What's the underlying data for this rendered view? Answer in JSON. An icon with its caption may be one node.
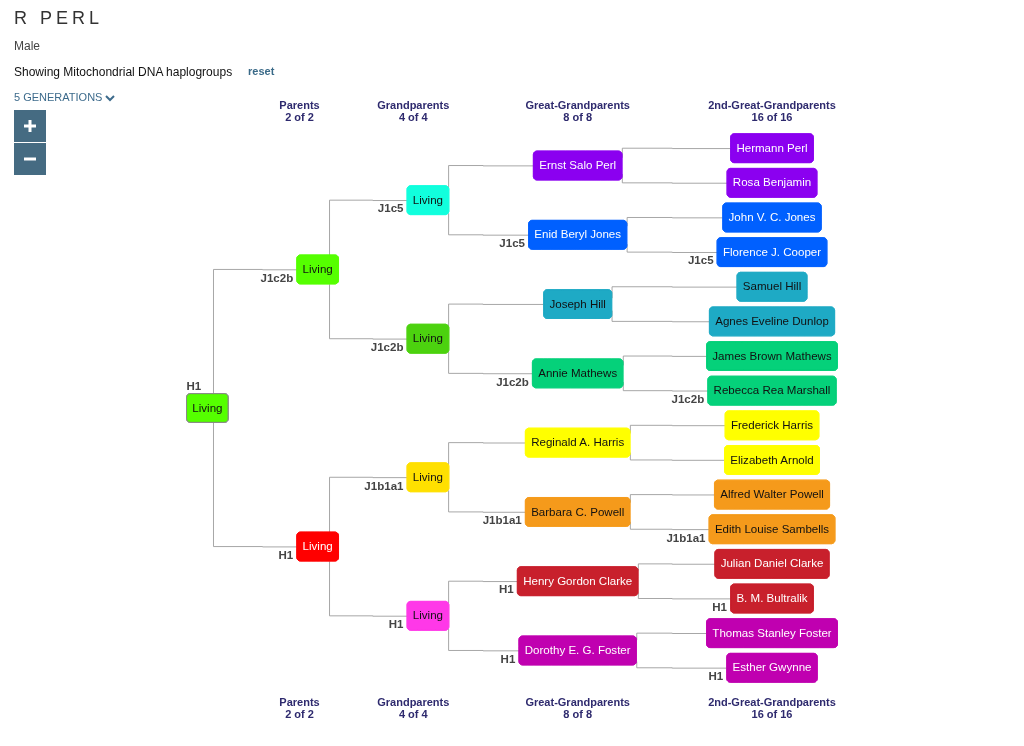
{
  "diagram": {
    "title": "R PERL",
    "nodes": [
      {
        "text": [
          "Living"
        ],
        "beside": [
          "H1"
        ]
      },
      {
        "text": [
          "Living"
        ],
        "beside": [
          "J1c2b"
        ]
      },
      {
        "text": [
          "Living"
        ],
        "beside": [
          "H1"
        ]
      },
      {
        "text": [
          "Living"
        ],
        "beside": [
          "J1c5"
        ]
      },
      {
        "text": [
          "Living"
        ],
        "beside": [
          "J1c2b"
        ]
      },
      {
        "text": [
          "Living"
        ],
        "beside": [
          "J1b1a1"
        ]
      },
      {
        "text": [
          "Living"
        ],
        "beside": [
          "H1"
        ]
      },
      {
        "text": [
          "Ernst Salo Perl"
        ]
      },
      {
        "text": [
          "Enid Beryl Jones"
        ],
        "beside": [
          "J1c5"
        ]
      },
      {
        "text": [
          "Joseph Hill"
        ]
      },
      {
        "text": [
          "Annie Mathews"
        ],
        "beside": [
          "J1c2b"
        ]
      },
      {
        "text": [
          "Reginald A. Harris"
        ]
      },
      {
        "text": [
          "Barbara C. Powell"
        ],
        "beside": [
          "J1b1a1"
        ]
      },
      {
        "text": [
          "Henry Gordon Clarke"
        ],
        "beside": [
          "H1"
        ]
      },
      {
        "text": [
          "Dorothy E. G. Foster"
        ],
        "beside": [
          "H1"
        ]
      },
      {
        "text": [
          "Hermann Perl"
        ]
      },
      {
        "text": [
          "Rosa Benjamin"
        ]
      },
      {
        "text": [
          "John V. C. Jones"
        ]
      },
      {
        "text": [
          "Florence J. Cooper"
        ],
        "beside": [
          "J1c5"
        ]
      },
      {
        "text": [
          "Samuel Hill"
        ]
      },
      {
        "text": [
          "Agnes Eveline Dunlop"
        ]
      },
      {
        "text": [
          "James Brown Mathews"
        ]
      },
      {
        "text": [
          "Rebecca Rea Marshall"
        ],
        "beside": [
          "J1c2b"
        ]
      },
      {
        "text": [
          "Frederick Harris"
        ]
      },
      {
        "text": [
          "Elizabeth Arnold"
        ]
      },
      {
        "text": [
          "Alfred Walter Powell"
        ]
      },
      {
        "text": [
          "Edith Louise Sambells"
        ],
        "beside": [
          "J1b1a1"
        ]
      },
      {
        "text": [
          "Julian Daniel Clarke"
        ]
      },
      {
        "text": [
          "B. M. Bultralik"
        ],
        "beside": [
          "H1"
        ]
      },
      {
        "text": [
          "Thomas Stanley Foster"
        ]
      },
      {
        "text": [
          "Esther Gwynne"
        ],
        "beside": [
          "H1"
        ]
      }
    ],
    "edges": [
      {
        "from": 0,
        "to": 1,
        "arrow": "none"
      },
      {
        "from": 0,
        "to": 2,
        "arrow": "none"
      },
      {
        "from": 1,
        "to": 3,
        "arrow": "none"
      },
      {
        "from": 1,
        "to": 4,
        "arrow": "none"
      },
      {
        "from": 2,
        "to": 5,
        "arrow": "none"
      },
      {
        "from": 2,
        "to": 6,
        "arrow": "none"
      },
      {
        "from": 3,
        "to": 7,
        "arrow": "none"
      },
      {
        "from": 3,
        "to": 8,
        "arrow": "none"
      },
      {
        "from": 4,
        "to": 9,
        "arrow": "none"
      },
      {
        "from": 4,
        "to": 10,
        "arrow": "none"
      },
      {
        "from": 5,
        "to": 11,
        "arrow": "none"
      },
      {
        "from": 5,
        "to": 12,
        "arrow": "none"
      },
      {
        "from": 6,
        "to": 13,
        "arrow": "none"
      },
      {
        "from": 6,
        "to": 14,
        "arrow": "none"
      },
      {
        "from": 7,
        "to": 15,
        "arrow": "none"
      },
      {
        "from": 7,
        "to": 16,
        "arrow": "none"
      },
      {
        "from": 8,
        "to": 17,
        "arrow": "none"
      },
      {
        "from": 8,
        "to": 18,
        "arrow": "none"
      },
      {
        "from": 9,
        "to": 19,
        "arrow": "none"
      },
      {
        "from": 9,
        "to": 20,
        "arrow": "none"
      },
      {
        "from": 10,
        "to": 21,
        "arrow": "none"
      },
      {
        "from": 10,
        "to": 22,
        "arrow": "none"
      },
      {
        "from": 11,
        "to": 23,
        "arrow": "none"
      },
      {
        "from": 11,
        "to": 24,
        "arrow": "none"
      },
      {
        "from": 12,
        "to": 25,
        "arrow": "none"
      },
      {
        "from": 12,
        "to": 26,
        "arrow": "none"
      },
      {
        "from": 13,
        "to": 27,
        "arrow": "none"
      },
      {
        "from": 13,
        "to": 28,
        "arrow": "none"
      },
      {
        "from": 14,
        "to": 29,
        "arrow": "none"
      },
      {
        "from": 14,
        "to": 30,
        "arrow": "none"
      }
    ],
    "labels": [
      "Male",
      "Showing Mitochondrial DNA haplogroups",
      "reset",
      "5 GENERATIONS",
      "Parents",
      "2 of 2",
      "Grandparents",
      "4 of 4",
      "Great-Grandparents",
      "8 of 8",
      "2nd-Great-Grandparents",
      "16 of 16",
      "Parents",
      "2 of 2",
      "Grandparents",
      "4 of 4",
      "Great-Grandparents",
      "8 of 8",
      "2nd-Great-Grandparents",
      "16 of 16"
    ]
  }
}
